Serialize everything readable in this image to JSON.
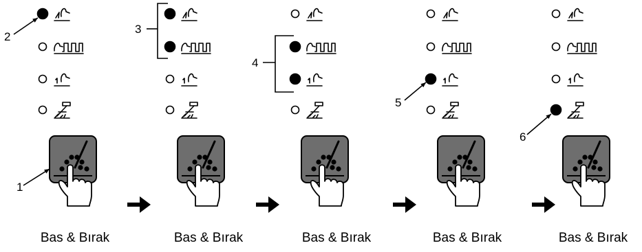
{
  "steps": [
    {
      "caption": "Bas & Bırak",
      "active": [
        0
      ]
    },
    {
      "caption": "Bas & Bırak",
      "active": [
        0,
        1
      ]
    },
    {
      "caption": "Bas & Bırak",
      "active": [
        1,
        2
      ]
    },
    {
      "caption": "Bas & Bırak",
      "active": [
        2
      ]
    },
    {
      "caption": "Bas & Bırak",
      "active": [
        3
      ]
    }
  ],
  "options": [
    {
      "icon": "2t-trigger-icon"
    },
    {
      "icon": "pulse-trigger-icon"
    },
    {
      "icon": "1t-trigger-icon"
    },
    {
      "icon": "spot-weld-icon"
    }
  ],
  "callouts": {
    "c1": "1",
    "c2": "2",
    "c3": "3",
    "c4": "4",
    "c5": "5",
    "c6": "6"
  },
  "colors": {
    "line": "#000000",
    "button_fill": "#6e6e6e",
    "hand_fill": "#ffffff"
  }
}
